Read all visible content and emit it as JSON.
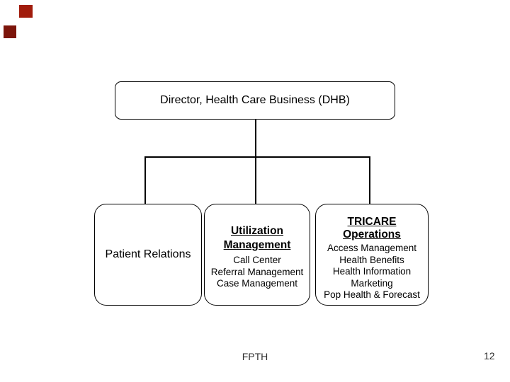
{
  "slide": {
    "background": "#ffffff"
  },
  "decor": {
    "square_top": {
      "color": "#a11c0c"
    },
    "square_bottom": {
      "color": "#7c150b"
    }
  },
  "org_chart": {
    "root": {
      "label": "Director, Health Care Business (DHB)"
    },
    "patient_relations": {
      "title": "Patient Relations"
    },
    "utilization_management": {
      "title_line1": "Utilization",
      "title_line2": "Management",
      "items": [
        "Call Center",
        "Referral Management",
        "Case Management"
      ]
    },
    "tricare_operations": {
      "title_line1": "TRICARE",
      "title_line2": "Operations",
      "items": [
        "Access Management",
        "Health Benefits",
        "Health Information",
        "Marketing",
        "Pop Health & Forecast"
      ]
    }
  },
  "footer": {
    "label": "FPTH",
    "page_number": "12"
  }
}
